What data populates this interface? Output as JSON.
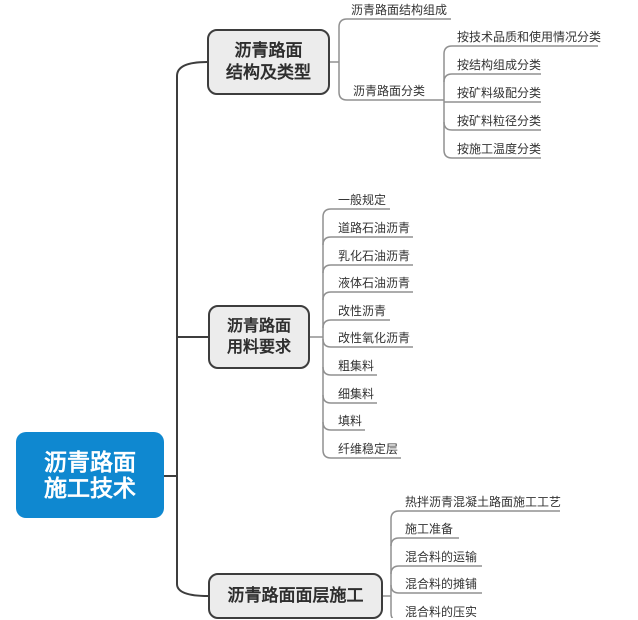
{
  "colors": {
    "root_bg": "#0f88d0",
    "root_text": "#ffffff",
    "branch_bg": "#ececec",
    "branch_border": "#3d3d3d",
    "spine_line": "#3d3d3d",
    "child_line": "#909090",
    "leaf_text": "#333333"
  },
  "map": {
    "root": {
      "line1": "沥青路面",
      "line2": "施工技术"
    },
    "branches": [
      {
        "line1": "沥青路面",
        "line2": "结构及类型",
        "children": [
          {
            "label": "沥青路面结构组成"
          },
          {
            "label": "沥青路面分类",
            "children": [
              {
                "label": "按技术品质和使用情况分类"
              },
              {
                "label": "按结构组成分类"
              },
              {
                "label": "按矿料级配分类"
              },
              {
                "label": "按矿料粒径分类"
              },
              {
                "label": "按施工温度分类"
              }
            ]
          }
        ]
      },
      {
        "line1": "沥青路面",
        "line2": "用料要求",
        "children": [
          {
            "label": "一般规定"
          },
          {
            "label": "道路石油沥青"
          },
          {
            "label": "乳化石油沥青"
          },
          {
            "label": "液体石油沥青"
          },
          {
            "label": "改性沥青"
          },
          {
            "label": "改性氧化沥青"
          },
          {
            "label": "粗集料"
          },
          {
            "label": "细集料"
          },
          {
            "label": "填料"
          },
          {
            "label": "纤维稳定层"
          }
        ]
      },
      {
        "label": "沥青路面面层施工",
        "children": [
          {
            "label": "热拌沥青混凝土路面施工工艺"
          },
          {
            "label": "施工准备"
          },
          {
            "label": "混合料的运输"
          },
          {
            "label": "混合料的摊铺"
          },
          {
            "label": "混合料的压实"
          }
        ]
      }
    ]
  }
}
